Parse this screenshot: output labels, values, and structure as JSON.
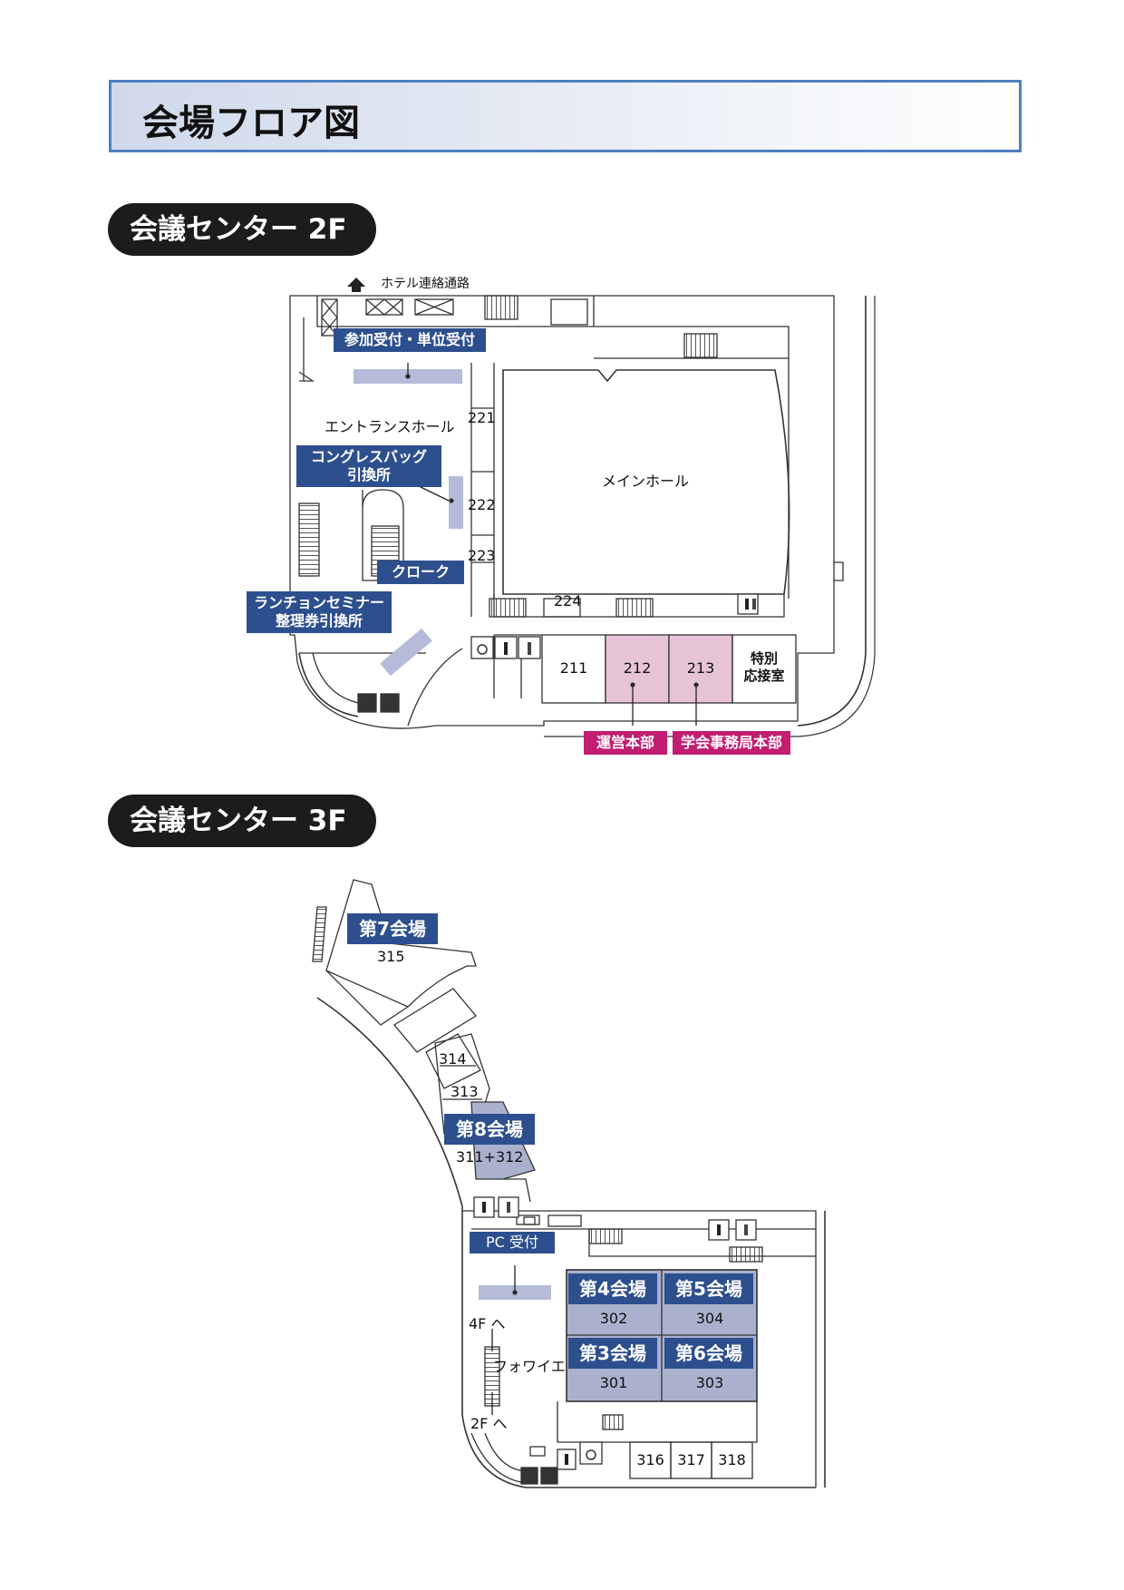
{
  "title": "会場フロア図",
  "floors": [
    {
      "heading": "会議センター 2F",
      "hotel_link": "ホテル連絡通路",
      "labels": {
        "reception": "参加受付・単位受付",
        "congress_bag": [
          "コングレスバッグ",
          "引換所"
        ],
        "cloak": "クローク",
        "luncheon": [
          "ランチョンセミナー",
          "整理券引換所"
        ],
        "operations_hq": "運営本部",
        "secretariat_hq": "学会事務局本部"
      },
      "areas": {
        "entrance_hall": "エントランスホール",
        "main_hall": "メインホール"
      },
      "rooms": [
        "221",
        "222",
        "223",
        "224",
        "211",
        "212",
        "213"
      ],
      "special_room": [
        "特別",
        "応接室"
      ]
    },
    {
      "heading": "会議センター 3F",
      "venues": [
        {
          "name": "第7会場",
          "room": "315"
        },
        {
          "name": "第8会場",
          "room": "311+312"
        },
        {
          "name": "第4会場",
          "room": "302"
        },
        {
          "name": "第5会場",
          "room": "304"
        },
        {
          "name": "第3会場",
          "room": "301"
        },
        {
          "name": "第6会場",
          "room": "303"
        }
      ],
      "rooms": [
        "314",
        "313",
        "316",
        "317",
        "318"
      ],
      "pc_reception": "PC 受付",
      "foyer": "フォワイエ",
      "to_4f": "4F へ",
      "to_2f": "2F へ"
    }
  ],
  "colors": {
    "label_blue": "#2d4f8e",
    "label_magenta": "#c21d71",
    "room_pink": "#e6c4d6",
    "venue_fill": "#a9b1cd",
    "counter_fill": "#b5bbd8",
    "title_border": "#4f7fc1"
  },
  "icons": [
    "restroom-icon",
    "wheelchair-icon",
    "elevator-icon",
    "stairs-icon",
    "arrow-up-icon"
  ]
}
